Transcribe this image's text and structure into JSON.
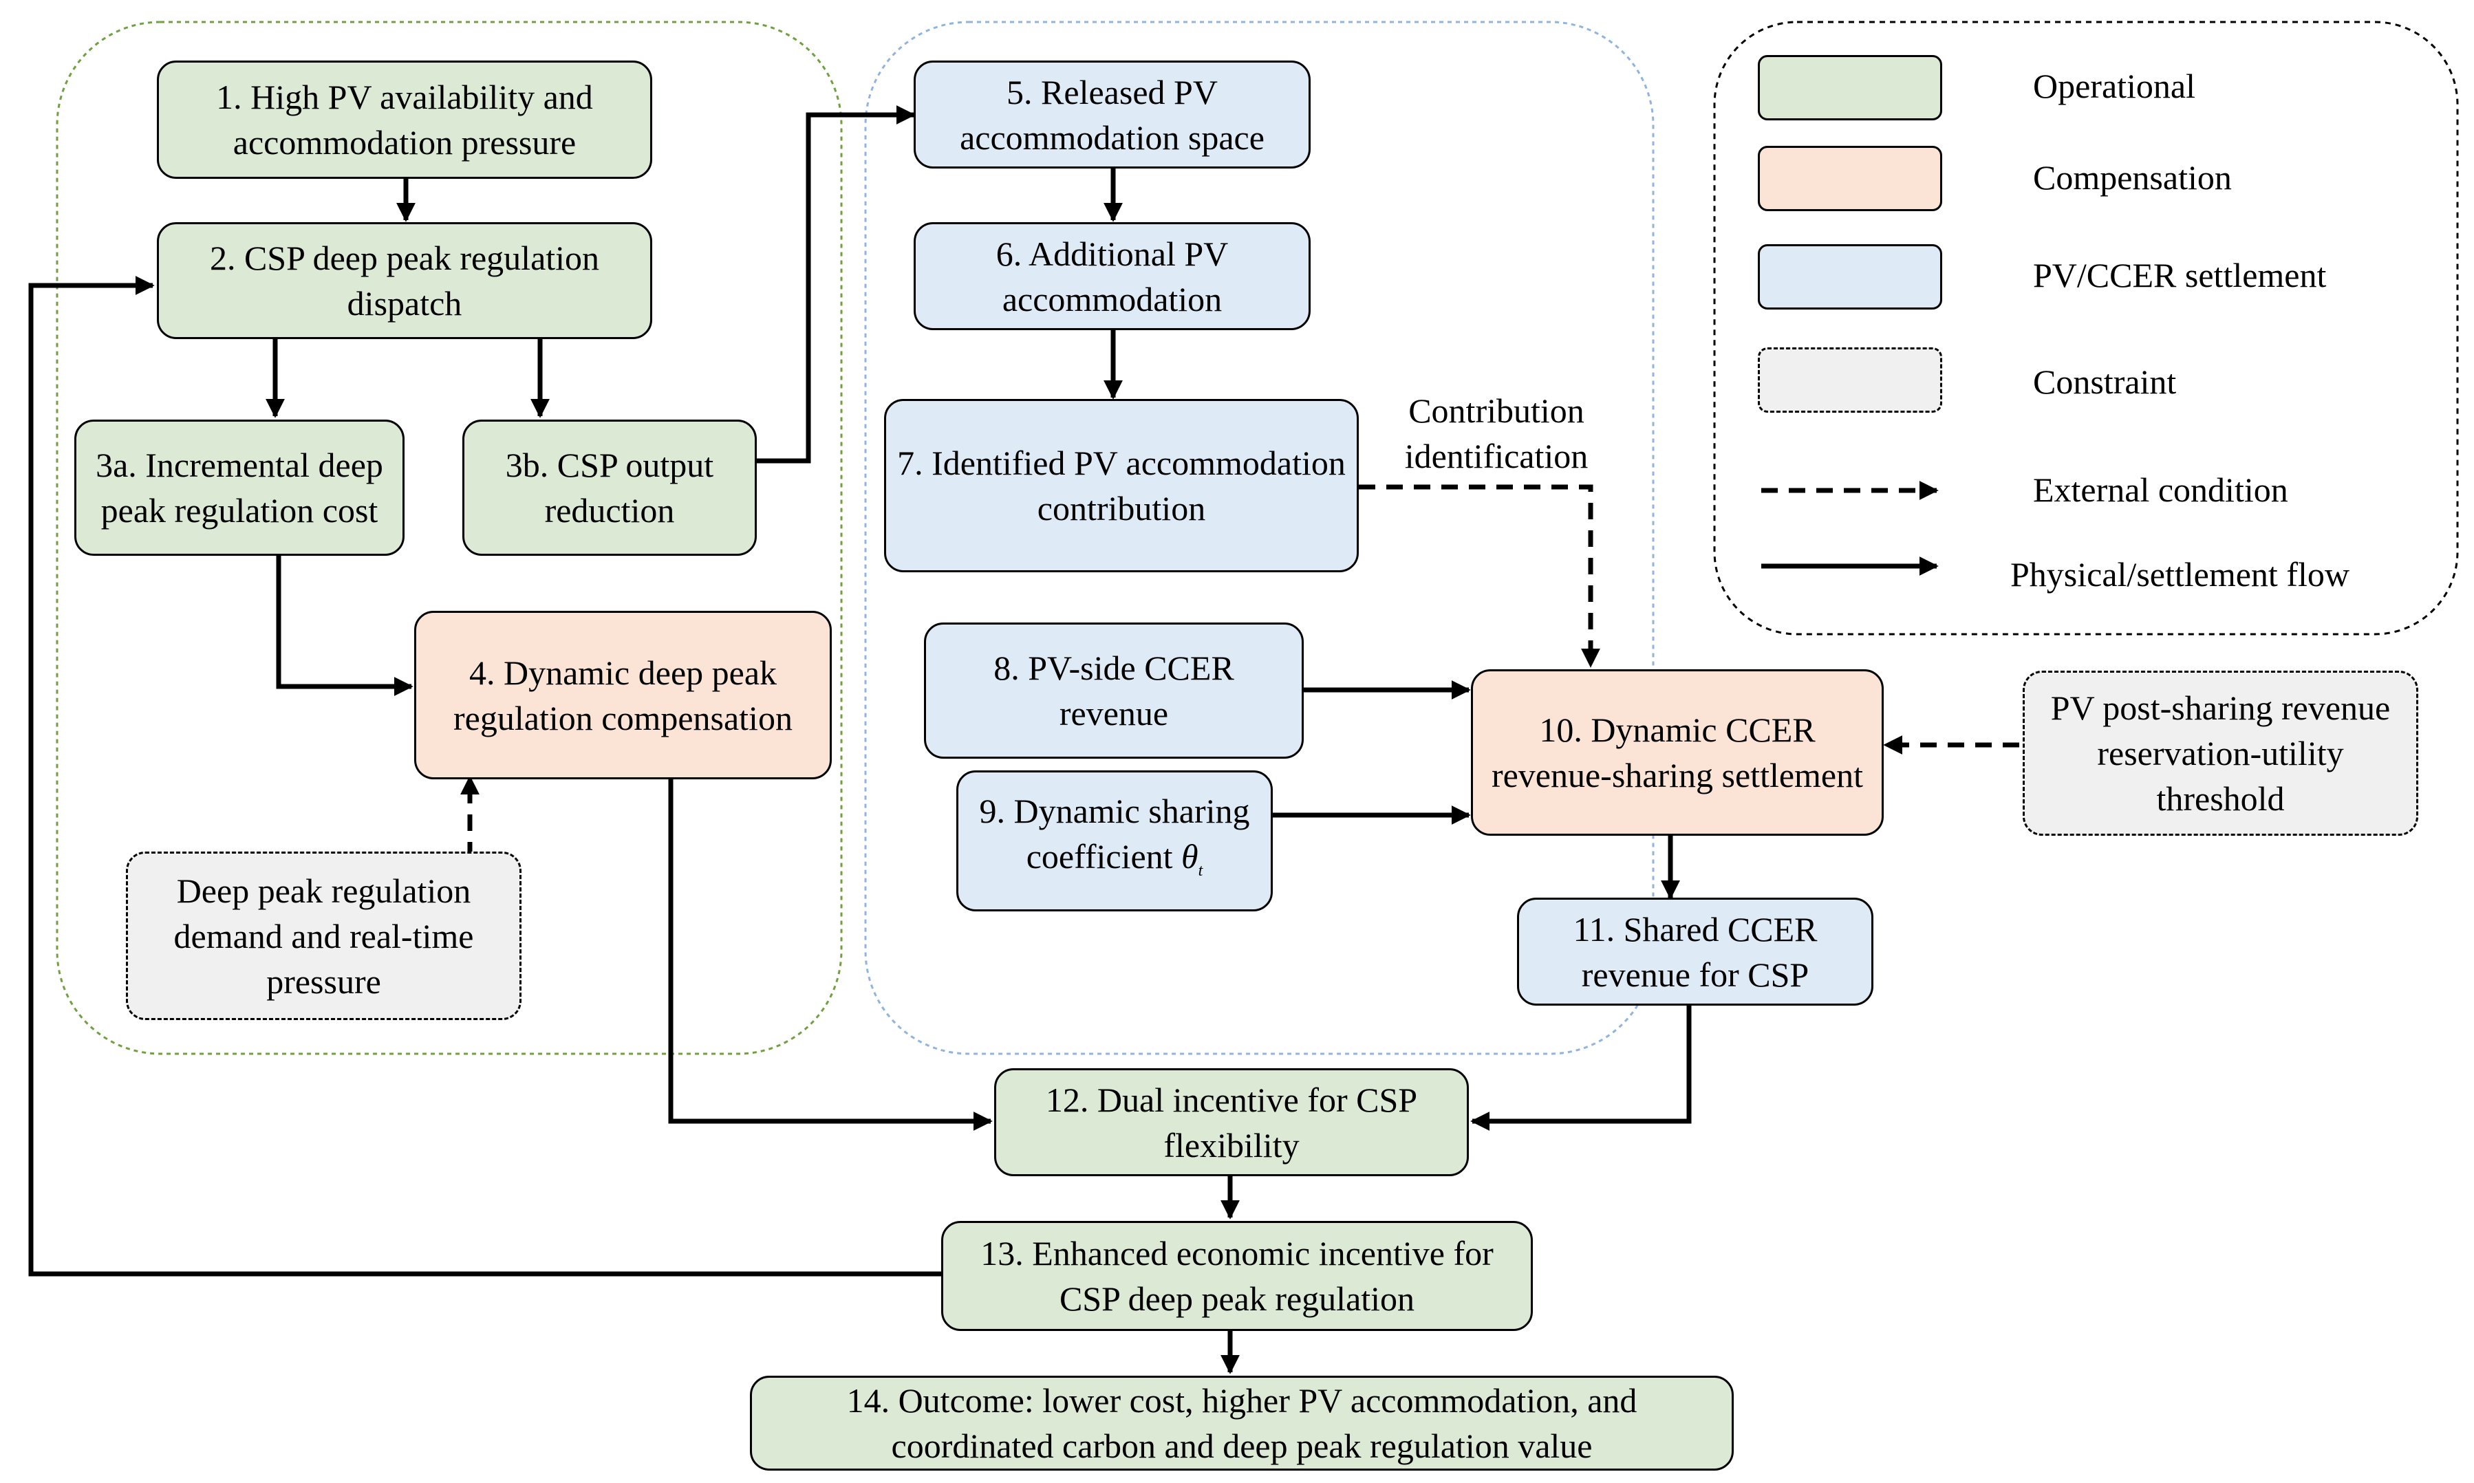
{
  "nodes": {
    "n1": "1. High PV availability and accommodation pressure",
    "n2": "2. CSP deep peak regulation dispatch",
    "n3a": "3a. Incremental deep peak regulation cost",
    "n3b": "3b. CSP output reduction",
    "n4": "4. Dynamic deep peak regulation compensation",
    "c_demand": "Deep peak regulation demand and real-time pressure",
    "n5": "5. Released PV accommodation space",
    "n6": "6. Additional PV accommodation",
    "n7": "7. Identified PV accommodation contribution",
    "contribution_label": "Contribution identification",
    "n8": "8. PV-side CCER revenue",
    "n9": "9. Dynamic sharing coefficient",
    "n9_symbol": "θ",
    "n9_subscript": "t",
    "n10": "10. Dynamic CCER revenue-sharing settlement",
    "c_threshold": "PV post-sharing revenue reservation-utility threshold",
    "n11": "11. Shared CCER revenue for CSP",
    "n12": "12. Dual incentive for CSP flexibility",
    "n13": "13. Enhanced economic incentive for CSP deep peak regulation",
    "n14": "14. Outcome: lower cost, higher PV accommodation, and coordinated carbon and deep peak regulation value"
  },
  "legend": {
    "operational": "Operational",
    "compensation": "Compensation",
    "settlement": "PV/CCER settlement",
    "constraint": "Constraint",
    "external": "External condition",
    "flow": "Physical/settlement flow"
  },
  "colors": {
    "operational": "#dbe9d5",
    "compensation": "#fbe4d6",
    "settlement": "#deebf7",
    "constraint": "#f0f0f0",
    "group_green_border": "#70a040",
    "group_blue_border": "#8fb4e0"
  }
}
